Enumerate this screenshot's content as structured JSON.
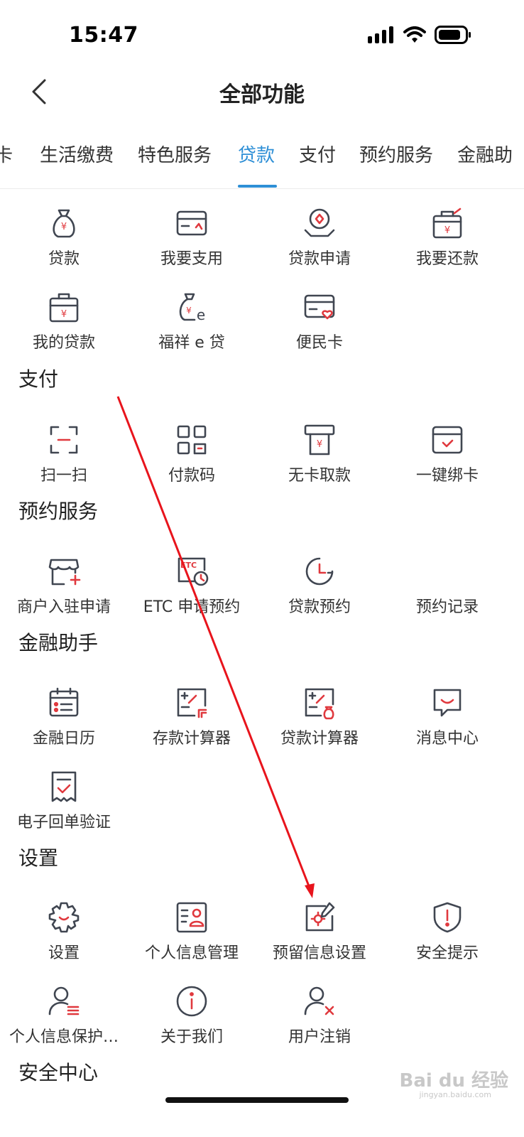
{
  "status_bar": {
    "time": "15:47"
  },
  "nav": {
    "title": "全部功能"
  },
  "tabs": [
    {
      "label": "卡"
    },
    {
      "label": "生活缴费"
    },
    {
      "label": "特色服务"
    },
    {
      "label": "贷款"
    },
    {
      "label": "支付"
    },
    {
      "label": "预约服务"
    },
    {
      "label": "金融助"
    }
  ],
  "sections": {
    "loan": {
      "items": [
        "贷款",
        "我要支用",
        "贷款申请",
        "我要还款",
        "我的贷款",
        "福祥 e 贷",
        "便民卡"
      ]
    },
    "pay": {
      "title": "支付",
      "items": [
        "扫一扫",
        "付款码",
        "无卡取款",
        "一键绑卡"
      ]
    },
    "reserve": {
      "title": "预约服务",
      "items": [
        "商户入驻申请",
        "ETC 申请预约",
        "贷款预约",
        "预约记录"
      ]
    },
    "assistant": {
      "title": "金融助手",
      "items": [
        "金融日历",
        "存款计算器",
        "贷款计算器",
        "消息中心",
        "电子回单验证"
      ]
    },
    "settings": {
      "title": "设置",
      "items": [
        "设置",
        "个人信息管理",
        "预留信息设置",
        "安全提示",
        "个人信息保护…",
        "关于我们",
        "用户注销"
      ]
    },
    "security": {
      "title": "安全中心"
    }
  },
  "icons": {
    "etc_text": "ETC",
    "yen": "¥",
    "e": "e",
    "bang": "!"
  },
  "watermark": {
    "brand": "Bai du 经验",
    "site": "jingyan.baidu.com"
  },
  "colors": {
    "accent": "#2e8fd6",
    "icon_stroke": "#404651",
    "icon_red": "#e0393e",
    "annotation": "#e8141c"
  }
}
